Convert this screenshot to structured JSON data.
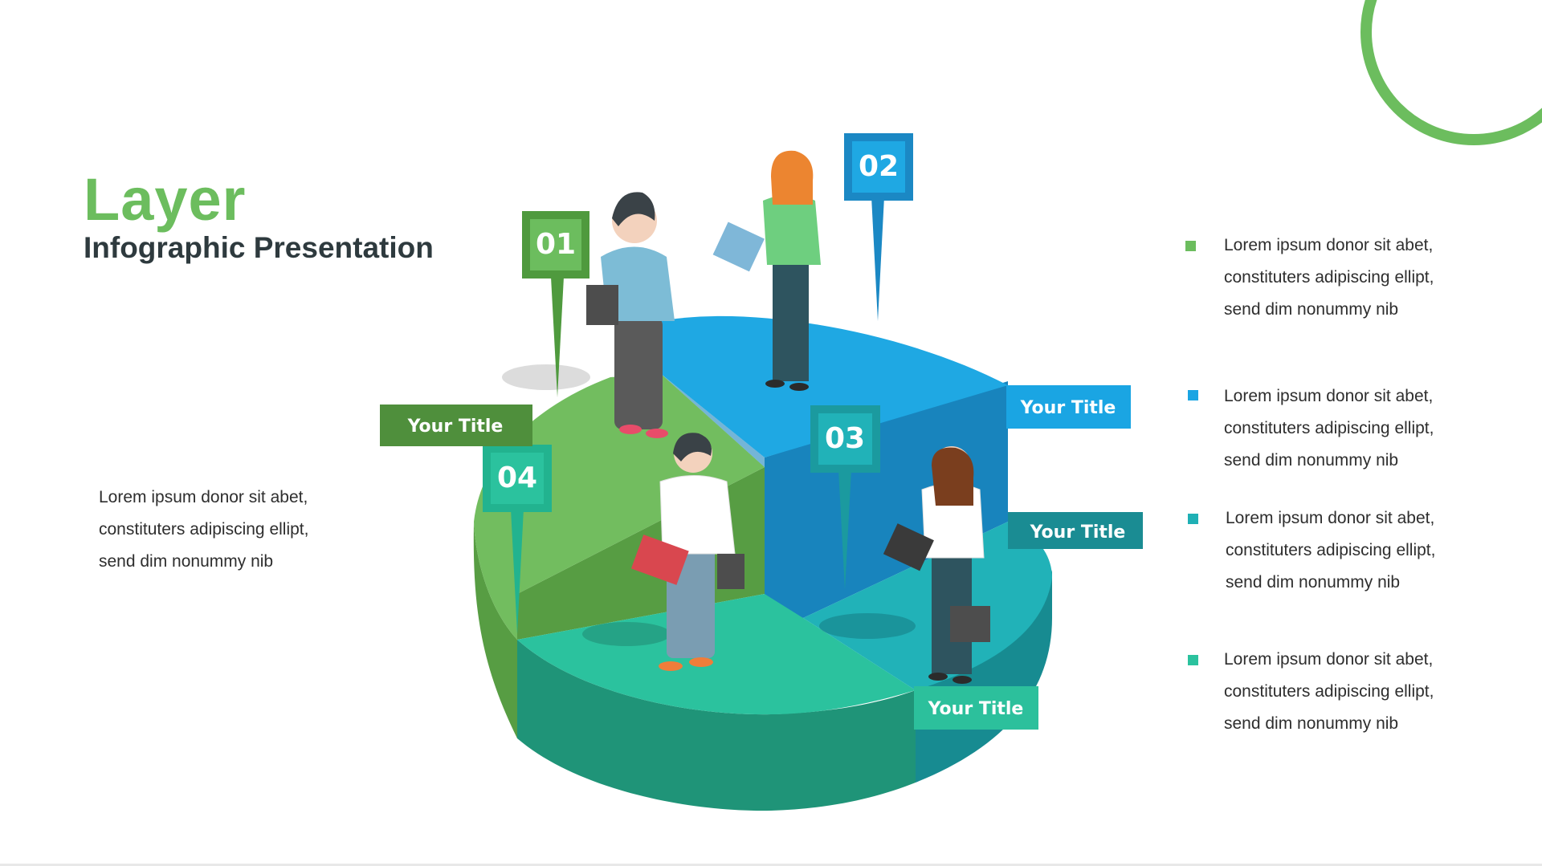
{
  "title": {
    "main": "Layer",
    "sub": "Infographic Presentation"
  },
  "left_text": {
    "lines": [
      "Lorem ipsum donor sit abet,",
      "constituters adipiscing ellipt,",
      "send dim nonummy nib"
    ]
  },
  "diagram": {
    "pins": [
      {
        "number": "01",
        "color": "#4f9a3e"
      },
      {
        "number": "02",
        "color": "#1b88c4"
      },
      {
        "number": "03",
        "color": "#1b9a9f"
      },
      {
        "number": "04",
        "color": "#22b38f"
      }
    ],
    "labels": [
      {
        "text": "Your Title",
        "color": "#4f8f3c"
      },
      {
        "text": "Your Title",
        "color": "#1aa5e3"
      },
      {
        "text": "Your Title",
        "color": "#1a8c93"
      },
      {
        "text": "Your Title",
        "color": "#2cc09c"
      }
    ],
    "colors": {
      "green_top": "#72bd5f",
      "green_side": "#579d43",
      "blue_top": "#1fa8e3",
      "blue_side": "#1884bd",
      "teal_top": "#21b2b8",
      "teal_side": "#178b91",
      "mint_top": "#2bc29e",
      "mint_side": "#1f9478"
    }
  },
  "right_items": [
    {
      "bullet_color": "#6cbd5e",
      "lines": [
        "Lorem ipsum donor sit abet,",
        "constituters adipiscing ellipt,",
        "send dim nonummy nib"
      ]
    },
    {
      "bullet_color": "#1aa5e3",
      "lines": [
        "Lorem ipsum donor sit abet,",
        "constituters adipiscing ellipt,",
        "send dim nonummy nib"
      ]
    },
    {
      "bullet_color": "#1fb0b5",
      "lines": [
        "Lorem ipsum donor sit abet,",
        "constituters adipiscing ellipt,",
        "send dim nonummy nib"
      ]
    },
    {
      "bullet_color": "#2bc29e",
      "lines": [
        "Lorem ipsum donor sit abet,",
        "constituters adipiscing ellipt,",
        "send dim nonummy nib"
      ]
    }
  ]
}
